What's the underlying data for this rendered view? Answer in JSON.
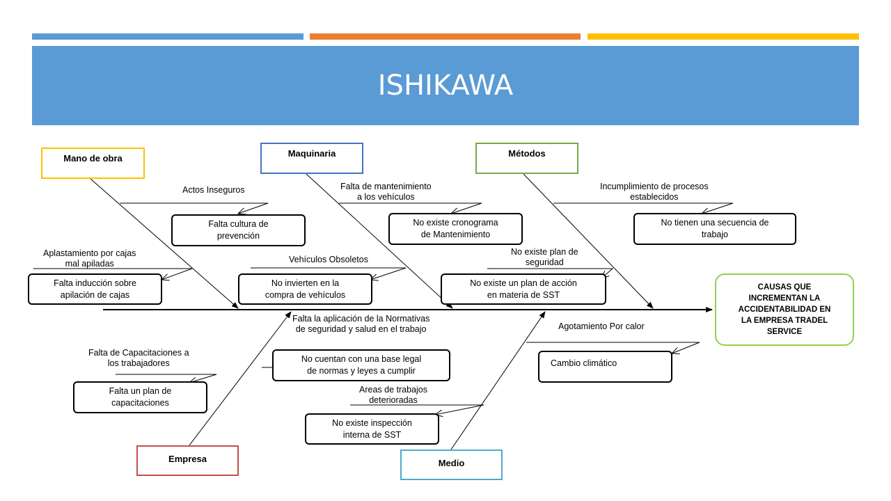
{
  "header": {
    "title": "ISHIKAWA",
    "accent_bars": [
      "#5b9bd5",
      "#ed7d31",
      "#ffc000"
    ],
    "banner_color": "#5b9bd5"
  },
  "categories": {
    "mano_de_obra": {
      "label": "Mano de obra",
      "color": "#ffc000"
    },
    "maquinaria": {
      "label": "Maquinaria",
      "color": "#4472c4"
    },
    "metodos": {
      "label": "Métodos",
      "color": "#70ad47"
    },
    "empresa": {
      "label": "Empresa",
      "color": "#c0504d"
    },
    "medio": {
      "label": "Medio",
      "color": "#4bacc6"
    }
  },
  "subcauses": {
    "actos_inseguros": "Actos Inseguros",
    "aplastamiento": "Aplastamiento por cajas\nmal apiladas",
    "falta_mantenimiento": "Falta de mantenimiento\na los vehículos",
    "vehiculos_obsoletos": "Vehículos Obsoletos",
    "incumplimiento": "Incumplimiento de procesos\nestablecidos",
    "no_plan_seguridad": "No existe plan de\nseguridad",
    "falta_capacitaciones": "Falta de Capacitaciones a\nlos trabajadores",
    "falta_normativas": "Falta la aplicación de la Normativas\nde seguridad y salud en el trabajo",
    "areas_trabajo": "Areas de trabajos\ndeterioradas",
    "agotamiento": "Agotamiento Por calor"
  },
  "causes": {
    "falta_cultura": "Falta cultura de\nprevención",
    "falta_induccion": "Falta inducción sobre\napilación de cajas",
    "no_cronograma": "No existe cronograma\nde Mantenimiento",
    "no_invierten": "No invierten en la\ncompra de vehículos",
    "no_secuencia": "No tienen una secuencia de\ntrabajo",
    "no_plan_accion": "No existe un plan de acción\nen materia de SST",
    "falta_plan_capacitaciones": "Falta un plan de\ncapacitaciones",
    "no_base_legal": "No cuentan con una base legal\nde normas y leyes a cumplir",
    "no_inspeccion": "No existe inspección\ninterna de SST",
    "cambio_climatico": "Cambio climático"
  },
  "effect": {
    "label": "CAUSAS QUE INCREMENTAN LA ACCIDENTABILIDAD EN LA EMPRESA TRADEL SERVICE",
    "color": "#92d050"
  }
}
